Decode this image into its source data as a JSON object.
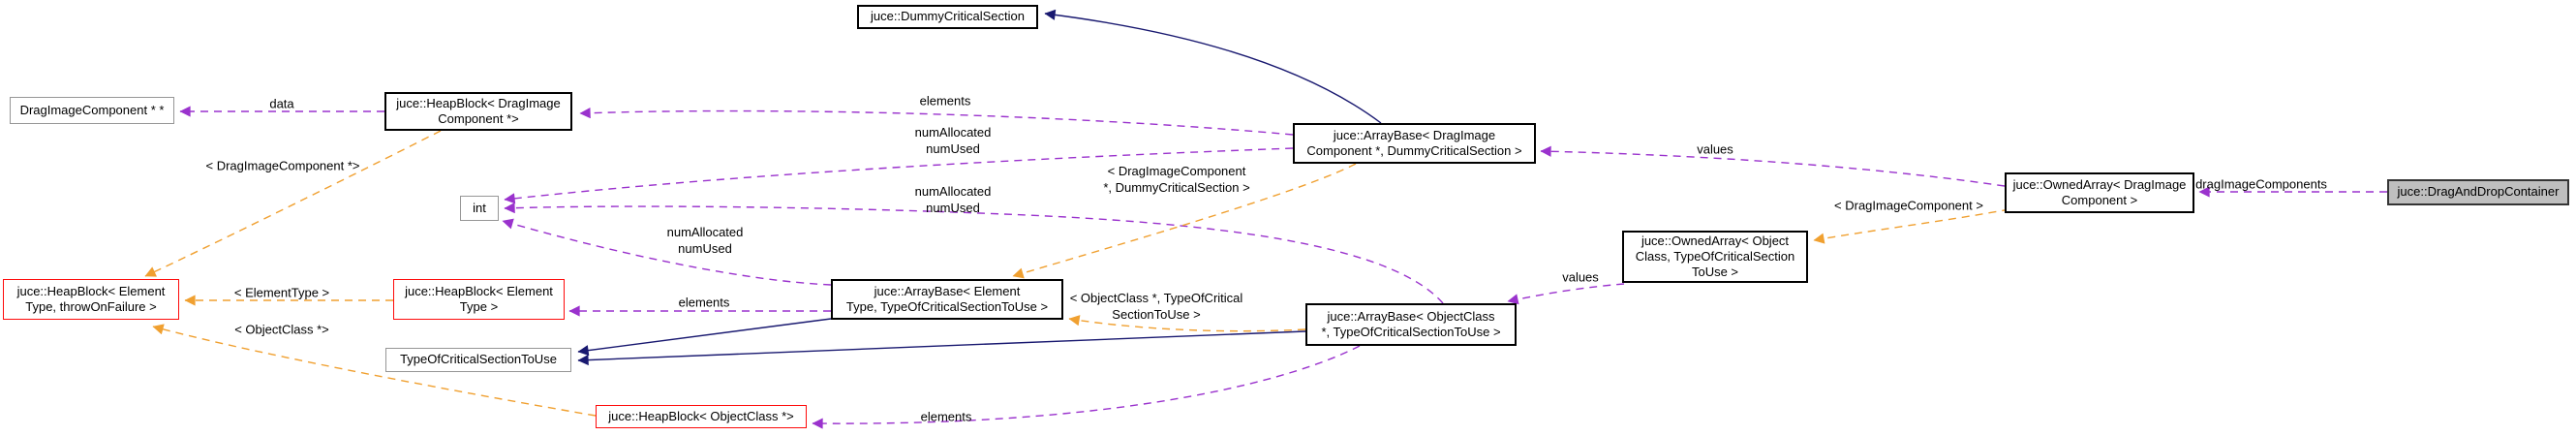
{
  "diagram": {
    "type": "collaboration-graph",
    "main_class": "juce::DragAndDropContainer",
    "colors": {
      "member_edge": "#9a32cd",
      "template_edge": "#f0a030",
      "inheritance_edge": "#191970",
      "truncated_node_border": "#fe0a0a",
      "main_node_fill": "#bfbfbf"
    },
    "nodes": {
      "dragimage_ptr_ptr": {
        "label": "DragImageComponent * *"
      },
      "heapblock_dragimage": {
        "label": "juce::HeapBlock< DragImage\nComponent *>"
      },
      "dummycriticalsection": {
        "label": "juce::DummyCriticalSection"
      },
      "arraybase_dragimage": {
        "label": "juce::ArrayBase< DragImage\nComponent *, DummyCriticalSection >"
      },
      "int_node": {
        "label": "int"
      },
      "ownedarray_dragimage": {
        "label": "juce::OwnedArray< DragImage\nComponent >"
      },
      "draganddropcontainer": {
        "label": "juce::DragAndDropContainer"
      },
      "heapblock_element_throw": {
        "label": "juce::HeapBlock< Element\nType, throwOnFailure >"
      },
      "heapblock_element": {
        "label": "juce::HeapBlock< Element\nType >"
      },
      "arraybase_element": {
        "label": "juce::ArrayBase< Element\nType, TypeOfCriticalSectionToUse >"
      },
      "typeofcriticalsection": {
        "label": "TypeOfCriticalSectionToUse"
      },
      "ownedarray_objectclass": {
        "label": "juce::OwnedArray< Object\nClass, TypeOfCriticalSection\nToUse >"
      },
      "arraybase_objectclass": {
        "label": "juce::ArrayBase< ObjectClass\n*, TypeOfCriticalSectionToUse >"
      },
      "heapblock_objectclass": {
        "label": "juce::HeapBlock< ObjectClass *>"
      }
    },
    "edge_labels": {
      "data": {
        "text": "data"
      },
      "elements_top": {
        "text": "elements"
      },
      "numallocated_a": {
        "text": "numAllocated\nnumUsed"
      },
      "numallocated_b": {
        "text": "numAllocated\nnumUsed"
      },
      "numallocated_c": {
        "text": "numAllocated\nnumUsed"
      },
      "elements_mid": {
        "text": "elements"
      },
      "elements_bottom": {
        "text": "elements"
      },
      "values_top": {
        "text": "values"
      },
      "values_bottom": {
        "text": "values"
      },
      "dragimagecomponents": {
        "text": "dragImageComponents"
      },
      "tmpl_dragimagecomponent_ptr": {
        "text": "< DragImageComponent *>"
      },
      "tmpl_dragimage_dummy": {
        "text": "< DragImageComponent\n*, DummyCriticalSection >"
      },
      "tmpl_elementtype": {
        "text": "< ElementType >"
      },
      "tmpl_objectclass_ptr": {
        "text": "< ObjectClass *>"
      },
      "tmpl_objectclass_typeof": {
        "text": "< ObjectClass *, TypeOfCritical\nSectionToUse >"
      },
      "tmpl_dragimagecomponent": {
        "text": "< DragImageComponent >"
      }
    }
  }
}
